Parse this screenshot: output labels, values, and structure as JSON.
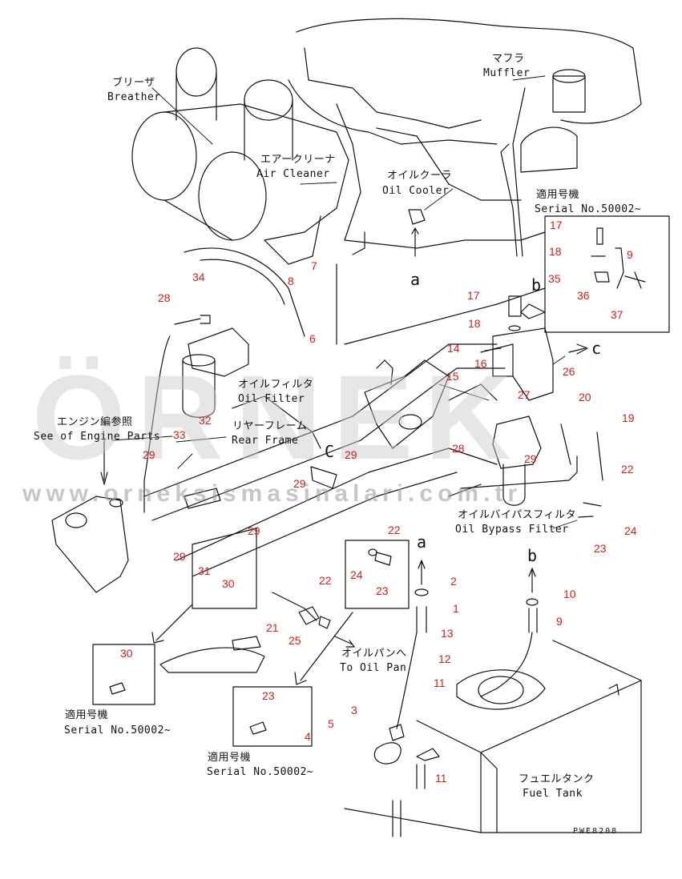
{
  "labels": {
    "breather_jp": "ブリーザ",
    "breather_en": "Breather",
    "muffler_jp": "マフラ",
    "muffler_en": "Muffler",
    "air_cleaner_jp": "エアークリーナ",
    "air_cleaner_en": "Air Cleaner",
    "oil_cooler_jp": "オイルクーラ",
    "oil_cooler_en": "Oil Cooler",
    "serial_top_jp": "適用号機",
    "serial_top_en": "Serial No.50002~",
    "oil_filter_jp": "オイルフィルタ",
    "oil_filter_en": "Oil Filter",
    "rear_frame_jp": "リヤーフレーム",
    "rear_frame_en": "Rear Frame",
    "engine_jp": "エンジン編参照",
    "engine_en": "See of Engine Parts",
    "bypass_jp": "オイルバイパスフィルタ",
    "bypass_en": "Oil Bypass Filter",
    "oil_pan_jp": "オイルパンへ",
    "oil_pan_en": "To Oil Pan",
    "serial_left_jp": "適用号機",
    "serial_left_en": "Serial No.50002~",
    "serial_mid_jp": "適用号機",
    "serial_mid_en": "Serial No.50002~",
    "fuel_tank_jp": "フュエルタンク",
    "fuel_tank_en": "Fuel Tank",
    "view_a_top": "a",
    "view_b_top": "b",
    "view_c_top": "c",
    "view_c_mid": "C",
    "view_a_bottom": "a",
    "view_b_bottom": "b",
    "drawing_code": "PWE8208"
  },
  "part_numbers": {
    "n17a": "17",
    "n18a": "18",
    "n9a": "9",
    "n35": "35",
    "n36": "36",
    "n37": "37",
    "n17b": "17",
    "n18b": "18",
    "n14": "14",
    "n15": "15",
    "n16": "16",
    "n27": "27",
    "n26": "26",
    "n20": "20",
    "n19": "19",
    "n22a": "22",
    "n24a": "24",
    "n23a": "23",
    "n28a": "28",
    "n34": "34",
    "n8": "8",
    "n7": "7",
    "n6": "6",
    "n32": "32",
    "n33": "33",
    "n29a": "29",
    "n29b": "29",
    "n29c": "29",
    "n29d": "29",
    "n29e": "29",
    "n29f": "29",
    "n28b": "28",
    "n22b": "22",
    "n22c": "22",
    "n31": "31",
    "n30a": "30",
    "n24b": "24",
    "n23b": "23",
    "n21": "21",
    "n25": "25",
    "n2": "2",
    "n1": "1",
    "n10": "10",
    "n9b": "9",
    "n13": "13",
    "n12": "12",
    "n11a": "11",
    "n30b": "30",
    "n23c": "23",
    "n3": "3",
    "n4": "4",
    "n5": "5",
    "n11b": "11"
  },
  "watermark": {
    "brand": "ÖRNEK",
    "url": "www.orneksismasinalari.com.tr"
  },
  "colors": {
    "line": "#111111",
    "part_number": "#d0201b",
    "watermark": "#c9c9c9"
  }
}
